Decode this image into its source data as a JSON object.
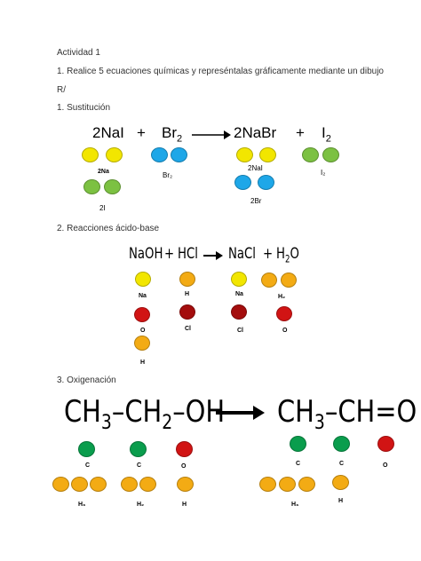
{
  "doc": {
    "title": "Actividad 1",
    "instruction": "1. Realice 5 ecuaciones químicas y represéntalas gráficamente mediante un dibujo",
    "answer_mark": "R/"
  },
  "colors": {
    "yellow": "#f2e600",
    "green": "#7cc142",
    "blue": "#1ea7e8",
    "orange": "#f3ab14",
    "red": "#d11414",
    "darkred": "#a40d0d",
    "darkgreen": "#0a9d4d"
  },
  "sec1": {
    "heading": "1. Sustitución",
    "reactant1": "2NaI",
    "plus1": "+",
    "reactant2": "Br",
    "reactant2_sub": "2",
    "product1": "2NaBr",
    "plus2": "+",
    "product2": "I",
    "product2_sub": "2",
    "lbl_2na": "2Na",
    "lbl_2i": "2I",
    "lbl_br2": "Br₂",
    "lbl_2nai": "2NaI",
    "lbl_2br": "2Br",
    "lbl_i2": "I₂"
  },
  "sec2": {
    "heading": "2. Reacciones ácido-base",
    "r1": "NaOH",
    "plus1": "+",
    "r2": "HCl",
    "p1": "NaCl",
    "plus2": "+",
    "p2a": "H",
    "p2sub": "2",
    "p2b": "O",
    "lbl_na": "Na",
    "lbl_o": "O",
    "lbl_h": "H",
    "lbl_h2": "H",
    "lbl_cl": "Cl",
    "lbl_cl2": "Cl",
    "lbl_na2": "Na",
    "lbl_h2o_h": "H₂",
    "lbl_h2o_o": "O"
  },
  "sec3": {
    "heading": "3. Oxigenación",
    "left_a": "CH",
    "left_a_sub": "3",
    "left_b": "–CH",
    "left_b_sub": "2",
    "left_c": "–OH",
    "right_a": "CH",
    "right_a_sub": "3",
    "right_b": "–CH=O",
    "lbl_c1": "C",
    "lbl_c2": "C",
    "lbl_o": "O",
    "lbl_h3": "H₃",
    "lbl_h2": "H₂",
    "lbl_h": "H",
    "lbl_rc1": "C",
    "lbl_rc2": "C",
    "lbl_ro": "O",
    "lbl_rh3": "H₃",
    "lbl_rh": "H"
  }
}
